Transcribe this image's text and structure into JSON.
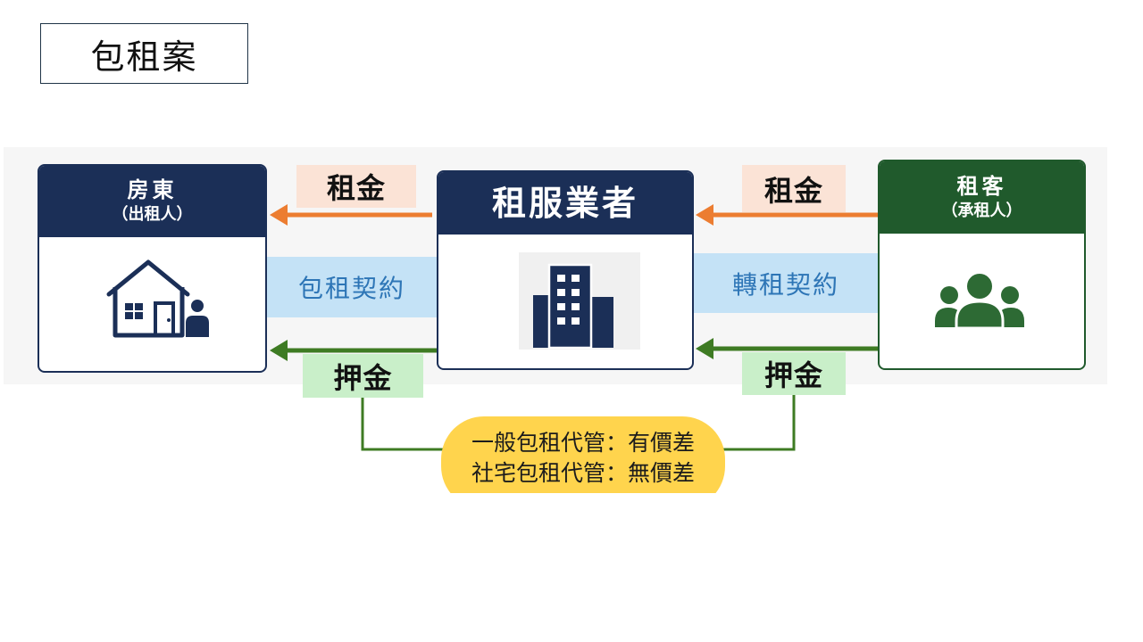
{
  "slide": {
    "title": "包租案"
  },
  "parties": {
    "landlord": {
      "name": "房東",
      "role": "（出租人）",
      "icon": "house-icon"
    },
    "operator": {
      "name": "租服業者",
      "icon": "building-icon"
    },
    "tenant": {
      "name": "租客",
      "role": "（承租人）",
      "icon": "people-icon"
    }
  },
  "flows": {
    "landlord_operator": {
      "rent": "租金",
      "contract": "包租契約",
      "deposit": "押金"
    },
    "operator_tenant": {
      "rent": "租金",
      "contract": "轉租契約",
      "deposit": "押金"
    }
  },
  "note": {
    "lines": [
      "一般包租代管：有價差",
      "社宅包租代管：無價差"
    ]
  },
  "colors": {
    "navy": "#1b2f57",
    "green_dark": "#205a2c",
    "people_green": "#2d6a34",
    "rent_arrow": "#ec7d31",
    "deposit_arrow": "#3e7b23",
    "rent_label_bg": "#fbe3d6",
    "deposit_label_bg": "#c9efc9",
    "contract_bg": "#c4e2f6",
    "contract_text": "#2d75b6",
    "note_bg": "#ffd44d"
  }
}
